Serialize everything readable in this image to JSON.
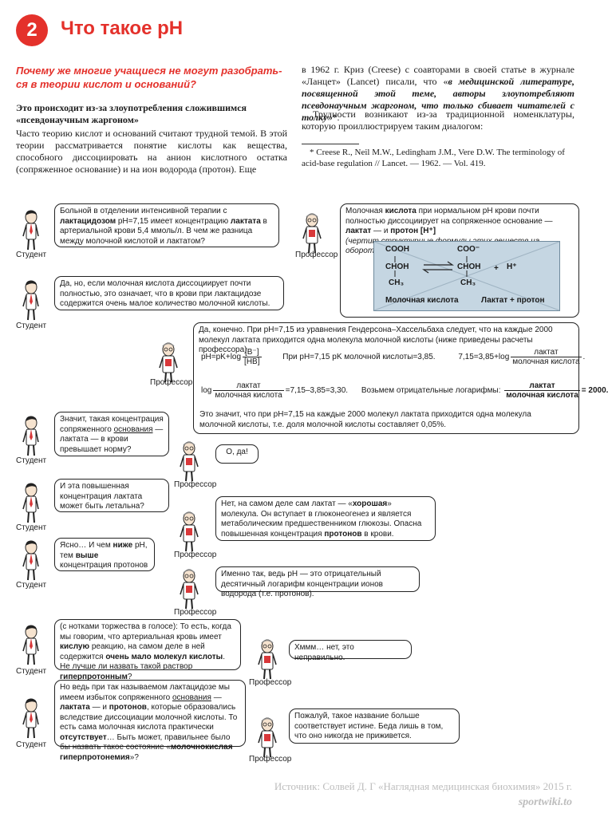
{
  "header": {
    "number": "2",
    "title": "Что такое pH"
  },
  "intro": {
    "question": "Почему же многие учащиеся не могут разобрать-ся в теории кислот и оснований?",
    "subheading": "Это происходит из-за злоупотребления сложившимся «псевдонаучным жаргоном»",
    "paragraph": "Часто теорию кислот и оснований считают трудной темой. В этой теории рассматривается понятие кислоты как вещества, способного диссоциировать на анион кислотного остатка (сопряженное основание) и на ион водорода (протон). Еще",
    "right_p1_a": "в 1962 г. Криз (Creese) с соавторами в своей статье в журнале «Ланцет» (Lancet) писали, что «",
    "right_p1_b": "в медицинской литературе, посвященной этой теме, авторы злоупотребляют псевдонаучным жаргоном, что только сбивает читателей с толку",
    "right_p1_c": "»*.",
    "right_p2": "Трудности возникают из-за традиционной номенклатуры, которую проиллюстрируем таким диалогом:",
    "footnote": "* Creese R., Neil M.W., Ledingham J.M., Vere D.W. The terminology of acid-base regulation // Lancet. — 1962. — Vol. 419."
  },
  "roles": {
    "student": "Студент",
    "professor": "Профессор"
  },
  "dialog": {
    "s1": [
      "Больной в отделении интенсивной терапии с ",
      "лактацидозом",
      " pH=7,15 имеет концентрацию ",
      "лактата",
      " в артериальной крови 5,4 ммоль/л. В чем же разница между молочной кислотой и лактатом?"
    ],
    "p1": [
      "Молочная ",
      "кислота",
      " при нормальном pH крови почти полностью диссоциирует на сопряженное основание — ",
      "лактат",
      " — и ",
      "протон [H⁺]"
    ],
    "p1_note": "(чертит структурные формулы этих веществ на обороте конверта).",
    "s2": "Да, но, если молочная кислота диссоциирует почти полностью, это означает, что в крови при лактацидозе содержится очень малое количество молочной кислоты.",
    "p2_intro": "Да, конечно. При pH=7,15 из уравнения Гендерсона–Хассельбаха следует, что на каждые 2000 молекул лактата приходится одна молекула молочной кислоты (ниже приведены расчеты профессора).",
    "p2_conclusion": "Это значит, что при pH=7,15 на каждые 2000 молекул лактата приходится одна молекула молочной кислоты, т.е. доля молочной кислоты составляет 0,05%.",
    "s3": [
      "Значит, такая концентрация сопряженного ",
      "основания",
      " — лактата — в крови превышает норму?"
    ],
    "p3": "О, да!",
    "s4": "И эта повышенная концентрация лактата может быть летальна?",
    "p4": [
      "Нет, на самом деле сам лактат — «",
      "хорошая",
      "» молекула. Он вступает в глюконеогенез и является метаболическим предшественником глюкозы. Опасна повышенная концентрация ",
      "протонов",
      " в крови."
    ],
    "s5": [
      "Ясно… И чем ",
      "ниже",
      " pH, тем ",
      "выше",
      " концентрация протонов"
    ],
    "p5": "Именно так, ведь pH — это отрицательный десятичный логарифм концентрации ионов водорода (т.е. протонов).",
    "s6": [
      "(с нотками торжества в голосе): То есть, когда мы говорим, что артериальная кровь имеет ",
      "кислую",
      " реакцию, на самом деле в ней содержится ",
      "очень мало молекул кислоты",
      ". Не лучше ли назвать такой раствор ",
      "гиперпротонным",
      "?"
    ],
    "p6": "Хммм… нет, это неправильно.",
    "s7": [
      "Но ведь при так называемом лактацидозе мы имеем избыток сопряженного ",
      "основания",
      " — ",
      "лактата",
      " — и ",
      "протонов",
      ", которые образовались вследствие диссоциации молочной кислоты. То есть сама молочная кислота практически ",
      "отсутствует",
      "… Быть может, правильнее было бы назвать такое состояние «",
      "молочнокислая гиперпротонемия",
      "»?"
    ],
    "p7": "Пожалуй, такое название больше соответствует истине. Беда лишь в том, что оно никогда не приживется."
  },
  "scheme": {
    "left": [
      "COOH",
      "CHOH",
      "CH₃"
    ],
    "right": [
      "COO⁻",
      "CHOH",
      "CH₃"
    ],
    "plus": "+",
    "proton": "H⁺",
    "label_left": "Молочная кислота",
    "label_right": "Лактат + протон"
  },
  "formulas": {
    "f1_prefix": "pH=pK+log",
    "f1_num": "[B⁻]",
    "f1_den": "[HB]",
    "f1_mid": "При pH=7,15 pK молочной кислоты=3,85.",
    "f1_right_prefix": "7,15=3,85+log",
    "f1_right_num": "лактат",
    "f1_right_den": "молочная кислота",
    "f2_prefix": "log",
    "f2_num": "лактат",
    "f2_den": "молочная кислота",
    "f2_rest": "=7,15–3,85=3,30.",
    "f2_mid": "Возьмем отрицательные логарифмы:",
    "f2_right_num": "лактат",
    "f2_right_den": "молочная кислота",
    "f2_result": "= 2000."
  },
  "footer": {
    "source": "Источник: Солвей Д. Г «Наглядная медицинская биохимия» 2015 г.",
    "watermark": "sportwiki.to"
  },
  "colors": {
    "accent": "#e4312b",
    "scheme_bg": "#c5d6e2",
    "tie": "#d8383a"
  }
}
